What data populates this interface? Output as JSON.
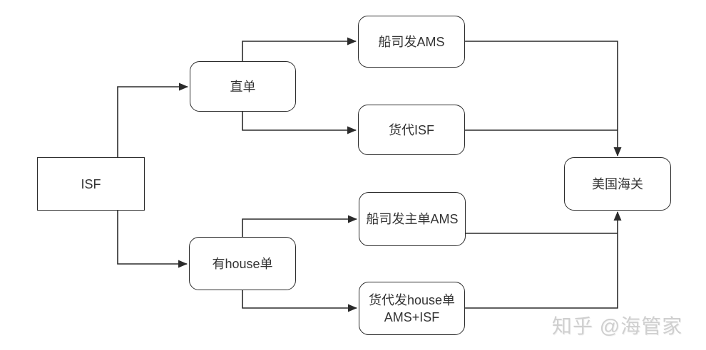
{
  "diagram": {
    "type": "flowchart",
    "nodes": {
      "isf": {
        "label": "ISF"
      },
      "direct_bill": {
        "label": "直单"
      },
      "house_bill": {
        "label": "有house单"
      },
      "carrier_ams": {
        "label": "船司发AMS"
      },
      "forwarder_isf": {
        "label": "货代ISF"
      },
      "carrier_master_ams": {
        "label": "船司发主单AMS"
      },
      "forwarder_house": {
        "lines": [
          "货代发house单",
          "AMS+ISF"
        ]
      },
      "us_customs": {
        "label": "美国海关"
      }
    },
    "edges": [
      {
        "from": "isf",
        "to": "direct_bill"
      },
      {
        "from": "isf",
        "to": "house_bill"
      },
      {
        "from": "direct_bill",
        "to": "carrier_ams"
      },
      {
        "from": "direct_bill",
        "to": "forwarder_isf"
      },
      {
        "from": "house_bill",
        "to": "carrier_master_ams"
      },
      {
        "from": "house_bill",
        "to": "forwarder_house"
      },
      {
        "from": "carrier_ams",
        "to": "us_customs"
      },
      {
        "from": "forwarder_isf",
        "to": "us_customs"
      },
      {
        "from": "carrier_master_ams",
        "to": "us_customs"
      },
      {
        "from": "forwarder_house",
        "to": "us_customs"
      }
    ],
    "colors": {
      "line": "#2b2b2b",
      "node_border": "#2b2b2b",
      "node_fill": "#ffffff",
      "text": "#333333",
      "watermark": "#cfcfcf",
      "background": "#ffffff"
    }
  },
  "watermark": {
    "text": "知乎 @海管家"
  }
}
